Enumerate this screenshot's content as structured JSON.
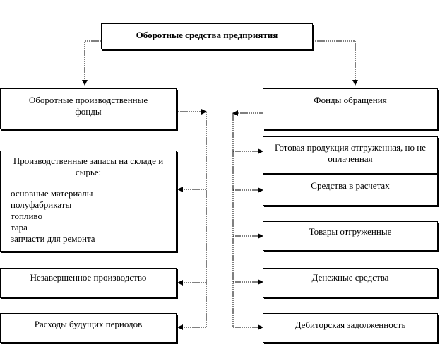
{
  "root": {
    "title": "Оборотные средства предприятия"
  },
  "left": {
    "header": "Оборотные производственные фонды",
    "stocks": {
      "title": "Производственные запасы на складе и сырье:",
      "items": [
        "основные материалы",
        "полуфабрикаты",
        "топливо",
        "тара",
        "запчасти для ремонта"
      ]
    },
    "wip": "Незавершенное производство",
    "deferred": "Расходы будущих периодов"
  },
  "right": {
    "header": "Фонды обращения",
    "shipped_unpaid": "Готовая продукция отгруженная, но не оплаченная",
    "settlements": "Средства в расчетах",
    "goods_shipped": "Товары отгруженные",
    "cash": "Денежные средства",
    "receivables": "Дебиторская задолженность"
  }
}
